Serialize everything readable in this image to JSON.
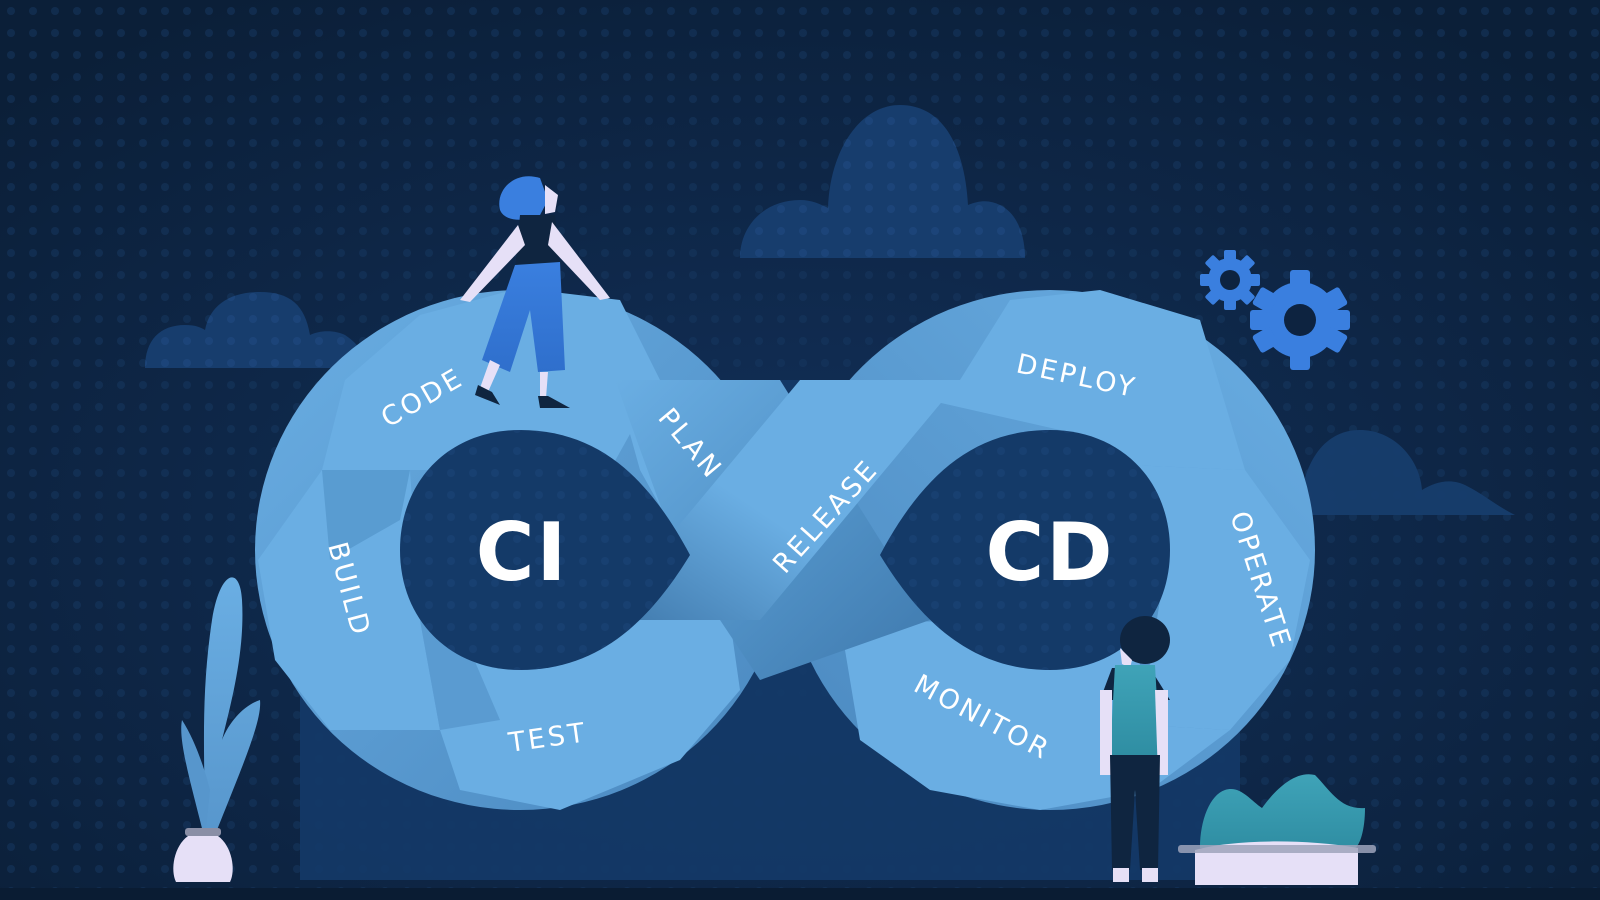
{
  "illustration": {
    "subject": "CI/CD DevOps infinity loop",
    "left_loop": {
      "core_label": "CI",
      "stages": [
        "CODE",
        "PLAN",
        "BUILD",
        "TEST"
      ]
    },
    "crossing": {
      "stage": "RELEASE"
    },
    "right_loop": {
      "core_label": "CD",
      "stages": [
        "DEPLOY",
        "OPERATE",
        "MONITOR"
      ]
    },
    "decorations": [
      "cloud",
      "cloud",
      "cloud",
      "gear",
      "gear",
      "woman-sitting",
      "man-standing",
      "plant-in-jar",
      "planter-box"
    ]
  },
  "colors": {
    "background": "#0d2340",
    "background_deep": "#0a1d36",
    "band_light": "#6aaee3",
    "band_mid": "#4f8fc4",
    "band_dark": "#3f79ad",
    "loop_hole": "#143a68",
    "cloud": "#173d6d",
    "gear": "#3a7fdf",
    "teal": "#3fa3b8",
    "skin": "#e6e0f7",
    "dark_navy": "#0f2540",
    "text": "#ffffff"
  }
}
